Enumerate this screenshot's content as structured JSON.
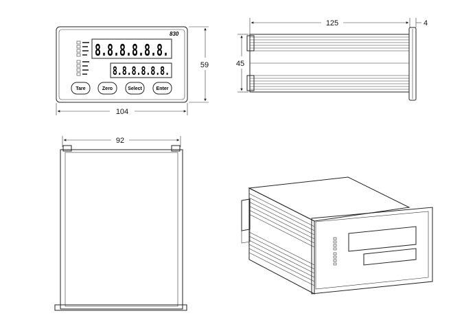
{
  "front_view": {
    "model_label": "830",
    "display_top": "8.8.8.8.8.8.",
    "display_bottom": "8.8.8.8.8.8.",
    "keys": [
      {
        "label": "Tare"
      },
      {
        "label": "Zero"
      },
      {
        "label": "Select"
      },
      {
        "label": "Enter"
      }
    ],
    "width_dim": "104",
    "height_dim": "59"
  },
  "side_view": {
    "depth_dim": "125",
    "bezel_dim": "4",
    "height_dim": "45"
  },
  "top_view": {
    "width_dim": "92"
  }
}
